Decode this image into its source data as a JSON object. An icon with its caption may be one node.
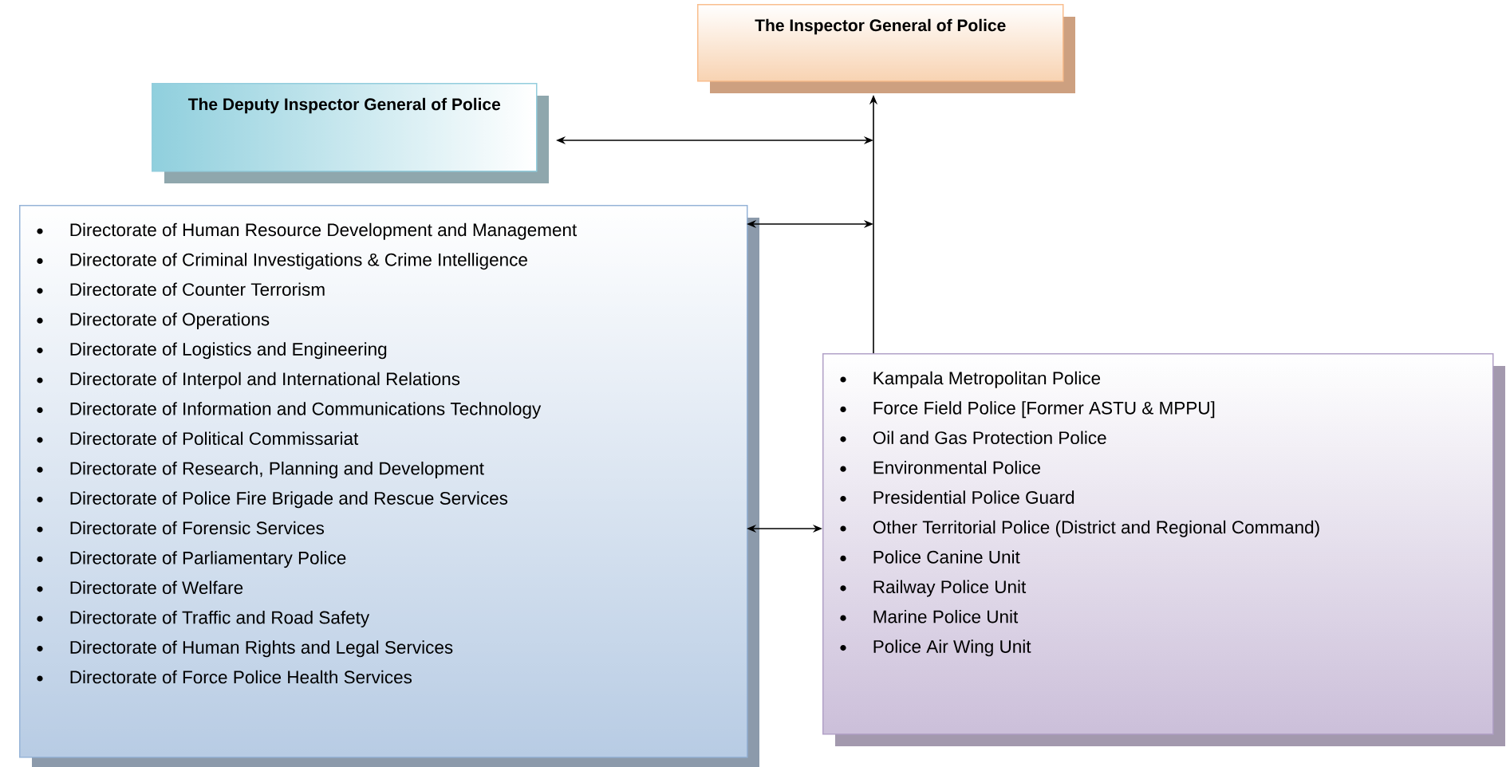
{
  "diagram": {
    "nodes": [
      {
        "text": [
          "The Inspector General of Police"
        ]
      },
      {
        "text": [
          "The Deputy Inspector General of Police"
        ]
      },
      {
        "text": [
          "Directorate of Human Resource Development and Management",
          "Directorate of  Criminal Investigations & Crime Intelligence",
          "Directorate of Counter Terrorism",
          "Directorate of Operations",
          "Directorate of Logistics and Engineering",
          "Directorate of Interpol and International Relations",
          "Directorate of Information and Communications Technology",
          "Directorate of Political Commissariat",
          "Directorate of Research, Planning and Development",
          "Directorate of Police Fire Brigade and Rescue Services",
          "Directorate of Forensic Services",
          "Directorate of Parliamentary Police",
          "Directorate of Welfare",
          "Directorate of Traffic and Road Safety",
          "Directorate of Human Rights and Legal Services",
          "Directorate of Force Police Health Services"
        ]
      },
      {
        "text": [
          "Kampala Metropolitan Police",
          "Force Field Police [Former ASTU & MPPU]",
          "Oil and Gas Protection Police",
          "Environmental Police",
          "Presidential Police Guard",
          "Other Territorial Police (District and Regional Command)",
          "Police Canine Unit",
          "Railway Police Unit",
          "Marine Police Unit",
          "Police Air Wing Unit"
        ]
      }
    ],
    "edges": [
      {
        "from": 3,
        "to": 0,
        "arrow": "to"
      },
      {
        "from": 1,
        "to": 0,
        "arrow": "both"
      },
      {
        "from": 2,
        "to": 0,
        "arrow": "both"
      },
      {
        "from": 2,
        "to": 3,
        "arrow": "both"
      }
    ]
  }
}
